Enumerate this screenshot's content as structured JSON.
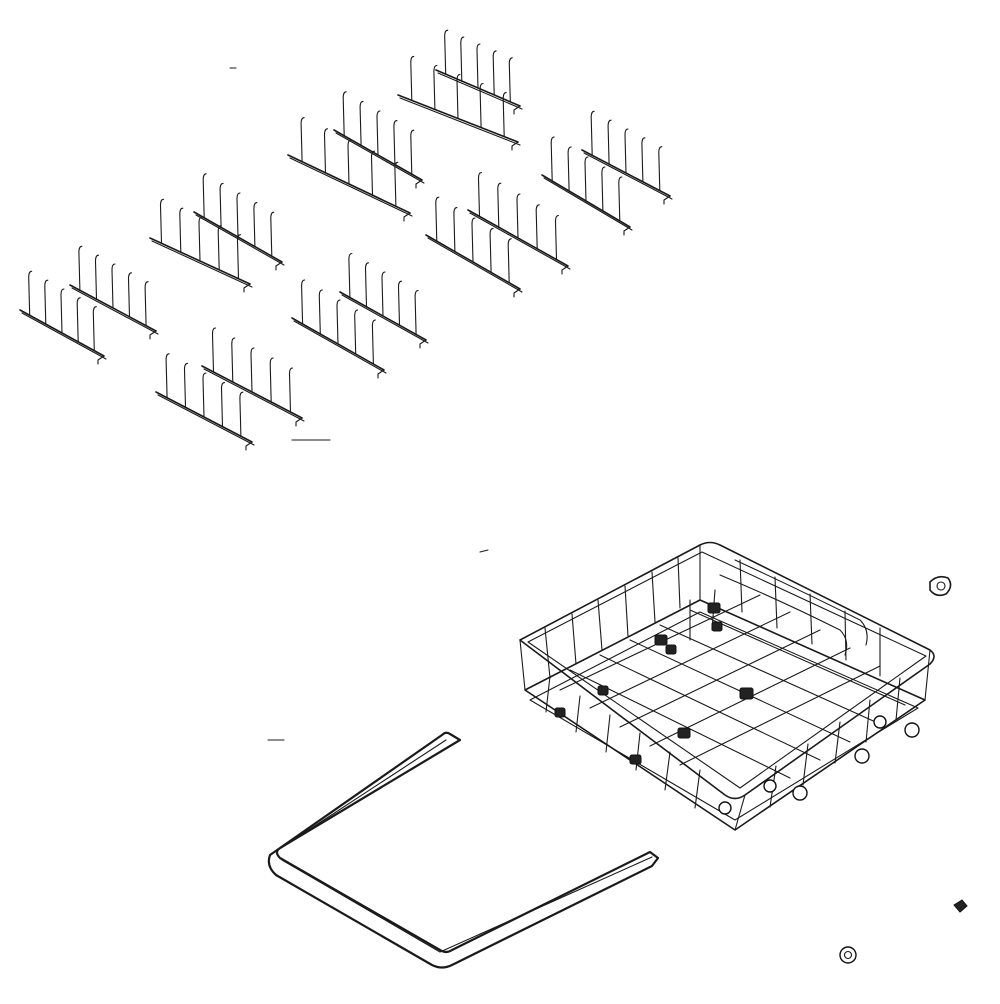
{
  "figure": {
    "parts": [
      {
        "id": "tine-row-1",
        "tines": 5
      },
      {
        "id": "tine-row-2",
        "tines": 5
      },
      {
        "id": "tine-row-3",
        "tines": 5
      },
      {
        "id": "tine-row-4",
        "tines": 5
      },
      {
        "id": "tine-row-5",
        "tines": 5
      },
      {
        "id": "tine-row-6",
        "tines": 5
      },
      {
        "id": "tine-row-7",
        "tines": 5
      },
      {
        "id": "tine-row-8",
        "tines": 5
      },
      {
        "id": "tine-row-9",
        "tines": 5
      },
      {
        "id": "tine-row-10",
        "tines": 5
      },
      {
        "id": "tine-row-11",
        "tines": 5
      }
    ],
    "line_color": "#1a1a1a",
    "background": "#ffffff"
  }
}
